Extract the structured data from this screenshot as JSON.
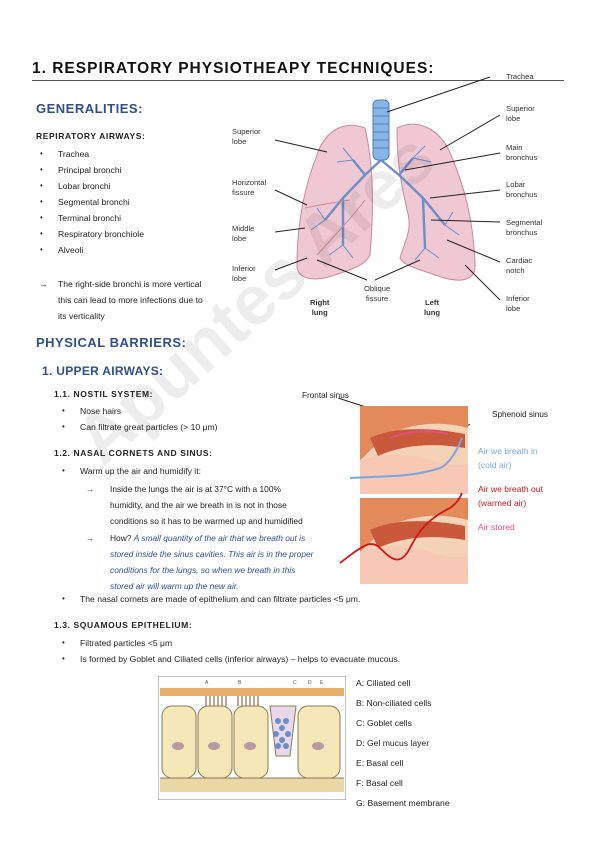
{
  "title": "1. RESPIRATORY PHYSIOTHEAPY TECHNIQUES:",
  "generalities": {
    "heading": "GENERALITIES:",
    "airways_heading": "REPIRATORY AIRWAYS:",
    "items": [
      "Trachea",
      "Principal bronchi",
      "Lobar bronchi",
      "Segmental bronchi",
      "Terminal bronchi",
      "Respiratory bronchiole",
      "Alveoli"
    ],
    "note_line1": "The right-side bronchi is more vertical",
    "note_line2": "this can lead to more infections due to",
    "note_line3": "its verticality"
  },
  "lung_figure": {
    "labels": {
      "trachea": "Trachea",
      "superior_lobe_r1": "Superior",
      "superior_lobe_r2": "lobe",
      "main_bronchus_1": "Main",
      "main_bronchus_2": "bronchus",
      "lobar_bronchus_1": "Lobar",
      "lobar_bronchus_2": "bronchus",
      "segmental_1": "Segmental",
      "segmental_2": "bronchus",
      "cardiac_1": "Cardiac",
      "cardiac_2": "notch",
      "inferior_r1": "Inferior",
      "inferior_r2": "lobe",
      "superior_l1": "Superior",
      "superior_l2": "lobe",
      "horizontal_1": "Horizontal",
      "horizontal_2": "fissure",
      "middle_1": "Middle",
      "middle_2": "lobe",
      "inferior_l1": "Inferior",
      "inferior_l2": "lobe",
      "oblique_1": "Oblique",
      "oblique_2": "fissure",
      "right_1": "Right",
      "right_2": "lung",
      "left_1": "Left",
      "left_2": "lung"
    }
  },
  "physical_barriers": {
    "heading": "PHYSICAL BARRIERS:",
    "upper_airways": "1. UPPER AIRWAYS:",
    "nostril": {
      "heading": "1.1. NOSTIL SYSTEM:",
      "items": [
        "Nose hairs",
        "Can filtrate great particles (> 10 μm)"
      ]
    },
    "cornets": {
      "heading": "1.2. NASAL CORNETS AND SINUS:",
      "item1": "Warm up the air and humidify it:",
      "arrow1_l1": "Inside the lungs the air is at 37°C with a 100%",
      "arrow1_l2": "humidity, and the air we breath in is not in those",
      "arrow1_l3": "conditions so it has to be warmed up and humidified",
      "arrow2_prefix": "How?",
      "arrow2_l1": "A small quantity of the air that we breath out is",
      "arrow2_l2": "stored inside the sinus cavities. This air is in the proper",
      "arrow2_l3": "conditions for the lungs, so when we breath in this",
      "arrow2_l4": "stored air will warm up the new air.",
      "item2": "The nasal cornets are made of epithelium and can filtrate particles <5 μm."
    },
    "squamous": {
      "heading": "1.3. SQUAMOUS EPITHELIUM:",
      "items": [
        "Filtrated particles <5 μm",
        "Is formed by Goblet and Ciliated cells (inferior airways) – helps to evacuate mucous."
      ]
    }
  },
  "sinus_figure": {
    "frontal": "Frontal sinus",
    "sphenoid": "Sphenoid sinus",
    "air_in_1": "Air we breath in",
    "air_in_2": "(cold air)",
    "air_out_1": "Air we breath out",
    "air_out_2": "(warmed air)",
    "air_stored": "Air stored",
    "colors": {
      "air_in": "#7aa6e0",
      "air_out": "#d0161b",
      "air_stored": "#e64b8c"
    }
  },
  "cell_legend": [
    "A: Ciliated cell",
    "B: Non-ciliated cells",
    "C: Goblet cells",
    "D: Gel mucus layer",
    "E: Basal cell",
    "F: Basal cell",
    "G: Basement membrane"
  ],
  "watermark": "Apuntes Ares"
}
